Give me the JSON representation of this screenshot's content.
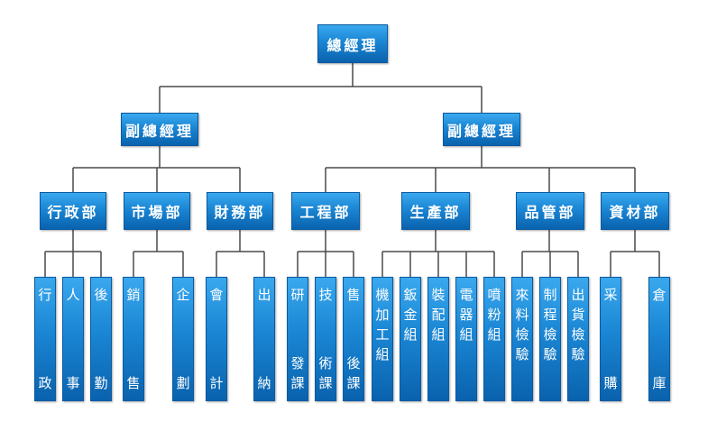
{
  "org_chart": {
    "root": {
      "label": "總經理"
    },
    "deputies": [
      {
        "label": "副總經理"
      },
      {
        "label": "副總經理"
      }
    ],
    "departments": [
      {
        "label": "行政部"
      },
      {
        "label": "市場部"
      },
      {
        "label": "財務部"
      },
      {
        "label": "工程部"
      },
      {
        "label": "生產部"
      },
      {
        "label": "品管部"
      },
      {
        "label": "資材部"
      }
    ],
    "units": [
      {
        "top": "行",
        "bottom": "政"
      },
      {
        "top": "人",
        "bottom": "事"
      },
      {
        "top": "後",
        "bottom": "勤"
      },
      {
        "top": "銷",
        "bottom": "售"
      },
      {
        "top": "企",
        "bottom": "劃"
      },
      {
        "top": "會",
        "bottom": "計"
      },
      {
        "top": "出",
        "bottom": "納"
      },
      {
        "top": "研",
        "bottom": "發課"
      },
      {
        "top": "技",
        "bottom": "術課"
      },
      {
        "top": "售",
        "bottom": "後課"
      },
      {
        "top": "機加工組",
        "bottom": ""
      },
      {
        "top": "鈑金組",
        "bottom": ""
      },
      {
        "top": "裝配組",
        "bottom": ""
      },
      {
        "top": "電器組",
        "bottom": ""
      },
      {
        "top": "噴粉組",
        "bottom": ""
      },
      {
        "top": "來料檢驗",
        "bottom": ""
      },
      {
        "top": "制程檢驗",
        "bottom": ""
      },
      {
        "top": "出貨檢驗",
        "bottom": ""
      },
      {
        "top": "采",
        "bottom": "購"
      },
      {
        "top": "倉",
        "bottom": "庫"
      }
    ]
  }
}
